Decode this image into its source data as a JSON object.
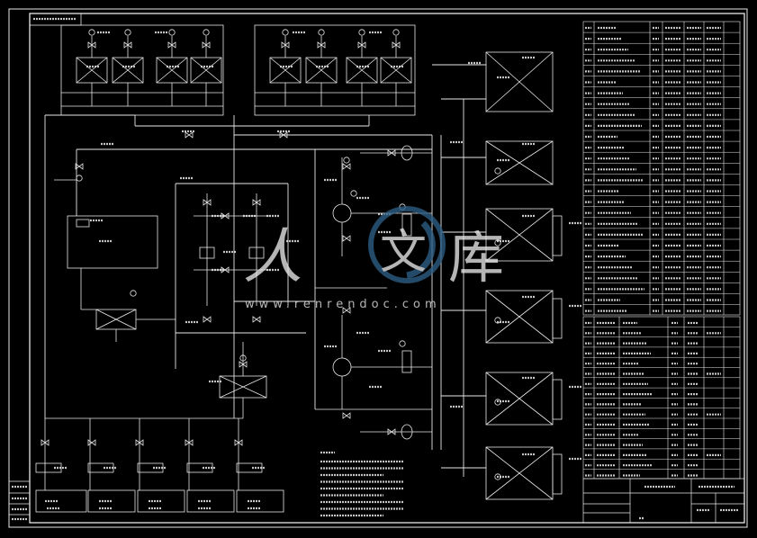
{
  "watermark": {
    "site": "www.renrendoc.com",
    "brand_glyphs": [
      "人",
      "文",
      "库"
    ]
  },
  "colors": {
    "background": "#000000",
    "line": "#e8e8e8",
    "watermark": "#2e5f86"
  },
  "legend": {
    "text_glyph_rows": 9
  }
}
